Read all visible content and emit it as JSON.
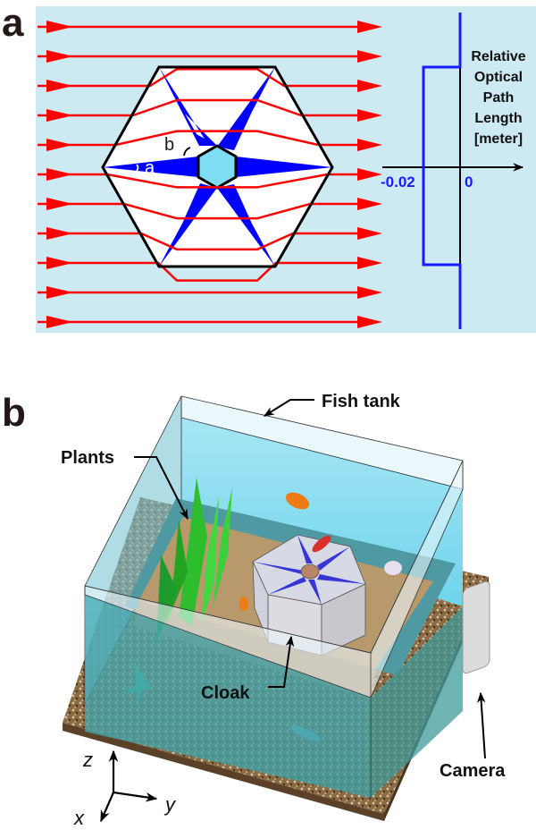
{
  "figure": {
    "panel_a": {
      "label": "a",
      "angle_a": "a",
      "angle_b": "b",
      "graph": {
        "ylabel_lines": [
          "Relative",
          "Optical",
          "Path",
          "Length",
          "[meter]"
        ],
        "tick_neg": "-0.02",
        "tick_zero": "0",
        "profile_value": -0.02
      },
      "ray_count": 11,
      "colors": {
        "background": "#cdeaf2",
        "ray": "#ff0000",
        "star": "#0000ff",
        "center": "#7fdcf5",
        "profile": "#1a1aff"
      }
    },
    "panel_b": {
      "label": "b",
      "callouts": {
        "fish_tank": "Fish tank",
        "plants": "Plants",
        "cloak": "Cloak",
        "camera": "Camera"
      },
      "axes": {
        "x": "x",
        "y": "y",
        "z": "z"
      }
    }
  }
}
